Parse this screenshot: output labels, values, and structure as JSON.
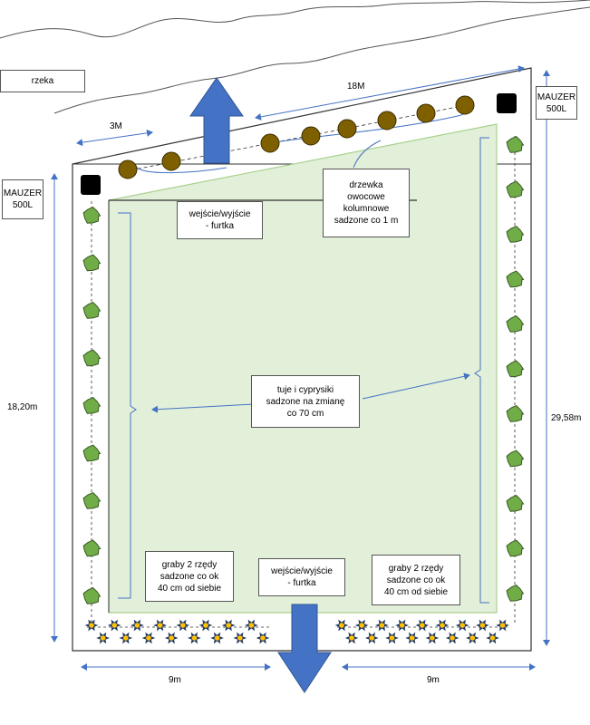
{
  "labels": {
    "river": "rzeka",
    "tank_left": "MAUZER\n500L",
    "tank_right": "MAUZER\n500L",
    "gate_top": "wejście/wyjście\n- furtka",
    "gate_bottom": "wejście/wyjście\n- furtka",
    "fruit_trees": "drzewka\nowocowe\nkolumnowe\nsadzone co 1 m",
    "thujas": "tuje i cyprysiki\nsadzone na zmianę\nco 70 cm",
    "hornbeam_left": "graby 2 rzędy\nsadzone co ok\n40 cm od siebie",
    "hornbeam_right": "graby 2 rzędy\nsadzone co ok\n40 cm od siebie"
  },
  "dimensions": {
    "top_left": "3M",
    "top_right": "18M",
    "left_side": "18,20m",
    "right_side": "29,58m",
    "bottom_left": "9m",
    "bottom_right": "9m"
  },
  "colors": {
    "lawn": "#e2efd9",
    "lawn_border": "#a9d18e",
    "arrow": "#4472c4",
    "tree_brown": "#7f6000",
    "shrub_green": "#70ad47",
    "hornbeam_yellow": "#ffc000",
    "tank": "#000000",
    "dim_line": "#4472c4"
  },
  "items": {
    "fruit_tree_count": 8,
    "thuja_left_count": 9,
    "thuja_right_count": 11,
    "hornbeam_left_count": 16,
    "hornbeam_right_count": 17
  }
}
